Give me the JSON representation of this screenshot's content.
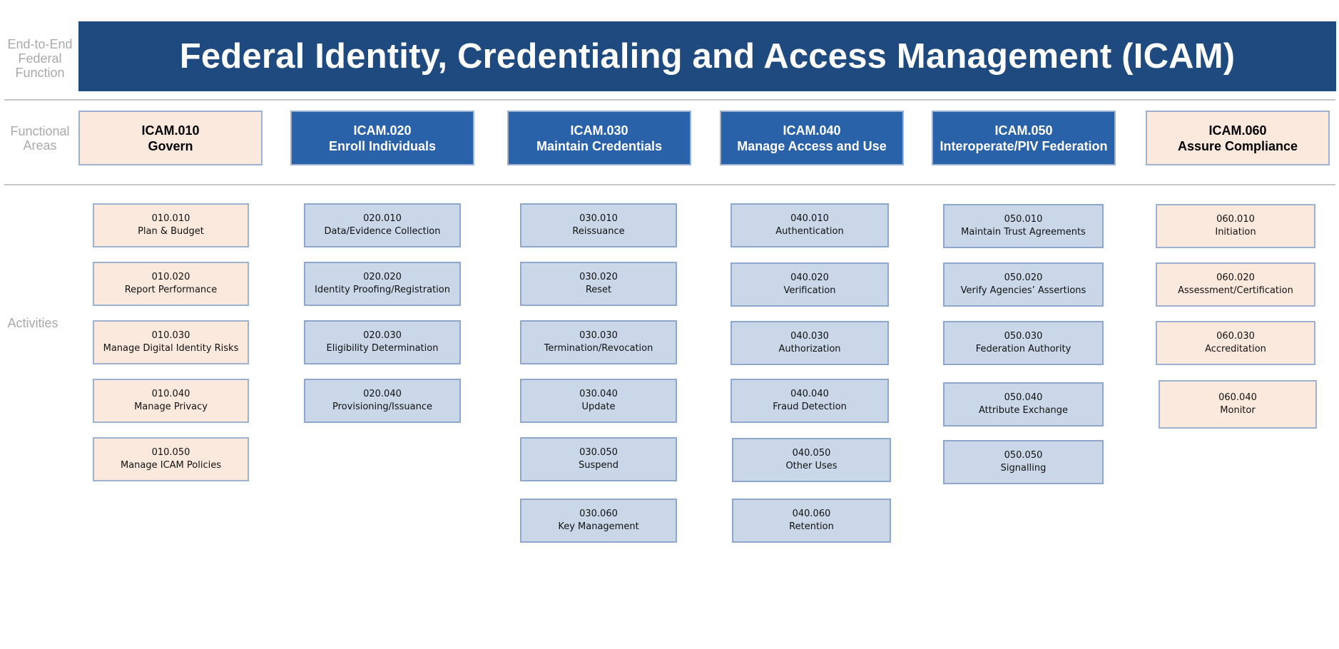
{
  "row_labels": {
    "function": "End-to-End Federal Function",
    "areas": "Functional Areas",
    "activities": "Activities"
  },
  "title": "Federal Identity, Credentialing and Access Management (ICAM)",
  "colors": {
    "banner": "#1f4a80",
    "area_blue": "#2a62aa",
    "light_fill": "#fce9dd",
    "activity_blue": "#c9d7e8",
    "border": "#9db1d0",
    "row_label": "#a9a9a9"
  },
  "areas": [
    {
      "code": "ICAM.010",
      "name": "Govern",
      "style": "light",
      "activities": [
        {
          "code": "010.010",
          "name": "Plan & Budget"
        },
        {
          "code": "010.020",
          "name": "Report Performance"
        },
        {
          "code": "010.030",
          "name": "Manage Digital Identity Risks"
        },
        {
          "code": "010.040",
          "name": "Manage Privacy"
        },
        {
          "code": "010.050",
          "name": "Manage ICAM Policies"
        }
      ]
    },
    {
      "code": "ICAM.020",
      "name": "Enroll Individuals",
      "style": "blue",
      "activities": [
        {
          "code": "020.010",
          "name": "Data/Evidence Collection"
        },
        {
          "code": "020.020",
          "name": "Identity Proofing/Registration"
        },
        {
          "code": "020.030",
          "name": "Eligibility Determination"
        },
        {
          "code": "020.040",
          "name": "Provisioning/Issuance"
        }
      ]
    },
    {
      "code": "ICAM.030",
      "name": "Maintain Credentials",
      "style": "blue",
      "activities": [
        {
          "code": "030.010",
          "name": "Reissuance"
        },
        {
          "code": "030.020",
          "name": "Reset"
        },
        {
          "code": "030.030",
          "name": "Termination/Revocation"
        },
        {
          "code": "030.040",
          "name": "Update"
        },
        {
          "code": "030.050",
          "name": "Suspend"
        },
        {
          "code": "030.060",
          "name": "Key Management"
        }
      ]
    },
    {
      "code": "ICAM.040",
      "name": "Manage Access and Use",
      "style": "blue",
      "activities": [
        {
          "code": "040.010",
          "name": "Authentication"
        },
        {
          "code": "040.020",
          "name": "Verification"
        },
        {
          "code": "040.030",
          "name": "Authorization"
        },
        {
          "code": "040.040",
          "name": "Fraud Detection"
        },
        {
          "code": "040.050",
          "name": "Other Uses"
        },
        {
          "code": "040.060",
          "name": "Retention"
        }
      ]
    },
    {
      "code": "ICAM.050",
      "name": "Interoperate/PIV Federation",
      "style": "blue",
      "activities": [
        {
          "code": "050.010",
          "name": "Maintain Trust Agreements"
        },
        {
          "code": "050.020",
          "name": "Verify Agencies’ Assertions"
        },
        {
          "code": "050.030",
          "name": "Federation Authority"
        },
        {
          "code": "050.040",
          "name": "Attribute Exchange"
        },
        {
          "code": "050.050",
          "name": "Signalling"
        }
      ]
    },
    {
      "code": "ICAM.060",
      "name": "Assure Compliance",
      "style": "light",
      "activities": [
        {
          "code": "060.010",
          "name": "Initiation"
        },
        {
          "code": "060.020",
          "name": "Assessment/Certification"
        },
        {
          "code": "060.030",
          "name": "Accreditation"
        },
        {
          "code": "060.040",
          "name": "Monitor"
        }
      ]
    }
  ]
}
